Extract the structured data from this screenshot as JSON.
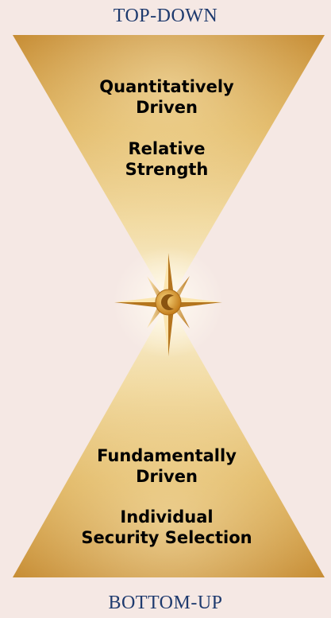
{
  "labels": {
    "top_caption": "TOP-DOWN",
    "bottom_caption": "BOTTOM-UP",
    "top_item_1": [
      "Quantitatively",
      "Driven"
    ],
    "top_item_2": [
      "Relative",
      "Strength"
    ],
    "bottom_item_1": [
      "Fundamentally",
      "Driven"
    ],
    "bottom_item_2": [
      "Individual",
      "Security Selection"
    ]
  },
  "colors": {
    "background": "#f5e8e4",
    "caption": "#1e3a6e",
    "gold_dark": "#c58a2e",
    "gold_mid": "#e6c06e",
    "gold_light": "#fbf2cf"
  },
  "icons": {
    "center": "compass-star-icon"
  }
}
